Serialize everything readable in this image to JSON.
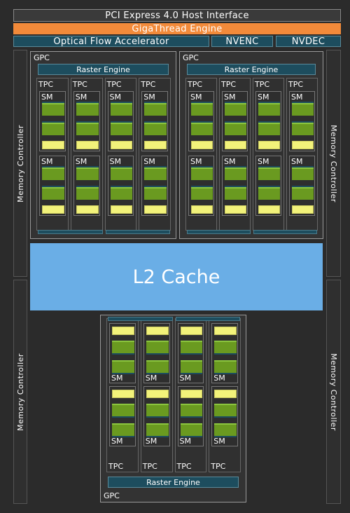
{
  "top": {
    "pcie": "PCI Express 4.0 Host Interface",
    "gigathread": "GigaThread Engine",
    "ofa": "Optical Flow Accelerator",
    "nvenc": "NVENC",
    "nvdec": "NVDEC"
  },
  "memory_controller": "Memory Controller",
  "gpc_label": "GPC",
  "raster_label": "Raster Engine",
  "tpc_label": "TPC",
  "sm_label": "SM",
  "l2_label": "L2 Cache",
  "colors": {
    "gigathread": "#f28a3a",
    "teal_block": "#1d4d5e",
    "l2_cache": "#6aaee6",
    "cuda_core": "#6a9a20",
    "l1_cache": "#f2f27a"
  }
}
